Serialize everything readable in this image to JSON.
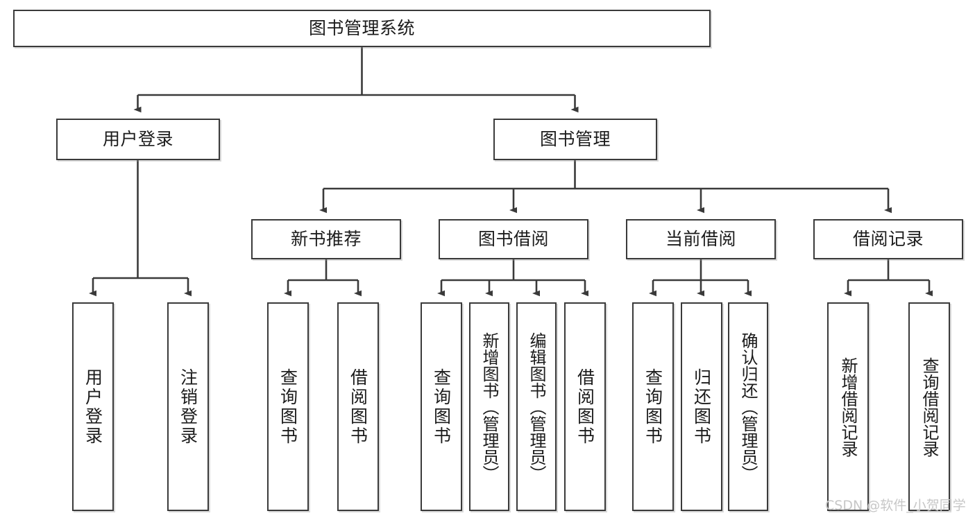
{
  "diagram": {
    "title": "图书管理系统",
    "type": "tree",
    "orientation": "top-down",
    "style": {
      "box_border_color": "#3a3a3a",
      "box_fill_color": "#ffffff",
      "connector_color": "#3a3a3a",
      "text_color": "#1b1b1b",
      "background": "#ffffff"
    },
    "levels": {
      "root": {
        "label": "图书管理系统"
      },
      "level2": [
        {
          "id": "user_login",
          "label": "用户登录"
        },
        {
          "id": "book_manage",
          "label": "图书管理"
        }
      ],
      "level3": [
        {
          "id": "new_book_rec",
          "label": "新书推荐",
          "parent": "book_manage"
        },
        {
          "id": "book_borrow",
          "label": "图书借阅",
          "parent": "book_manage"
        },
        {
          "id": "current_borrow",
          "label": "当前借阅",
          "parent": "book_manage"
        },
        {
          "id": "borrow_record",
          "label": "借阅记录",
          "parent": "book_manage"
        }
      ],
      "leaves": [
        {
          "id": "leaf_user_login",
          "label": "用户登录",
          "parent": "user_login"
        },
        {
          "id": "leaf_logout",
          "label": "注销登录",
          "parent": "user_login"
        },
        {
          "id": "leaf_query_books_1",
          "label": "查询图书",
          "parent": "new_book_rec"
        },
        {
          "id": "leaf_borrow_books_1",
          "label": "借阅图书",
          "parent": "new_book_rec"
        },
        {
          "id": "leaf_query_books_2",
          "label": "查询图书",
          "parent": "book_borrow"
        },
        {
          "id": "leaf_add_book",
          "label": "新增图书（管理员）",
          "parent": "book_borrow"
        },
        {
          "id": "leaf_edit_book",
          "label": "编辑图书（管理员）",
          "parent": "book_borrow"
        },
        {
          "id": "leaf_borrow_books_2",
          "label": "借阅图书",
          "parent": "book_borrow"
        },
        {
          "id": "leaf_query_books_3",
          "label": "查询图书",
          "parent": "current_borrow"
        },
        {
          "id": "leaf_return_book",
          "label": "归还图书",
          "parent": "current_borrow"
        },
        {
          "id": "leaf_confirm_return",
          "label": "确认归还（管理员）",
          "parent": "current_borrow"
        },
        {
          "id": "leaf_add_record",
          "label": "新增借阅记录",
          "parent": "borrow_record"
        },
        {
          "id": "leaf_query_record",
          "label": "查询借阅记录",
          "parent": "borrow_record"
        }
      ]
    }
  },
  "watermark": {
    "text": "CSDN @软件_小贺同学"
  }
}
